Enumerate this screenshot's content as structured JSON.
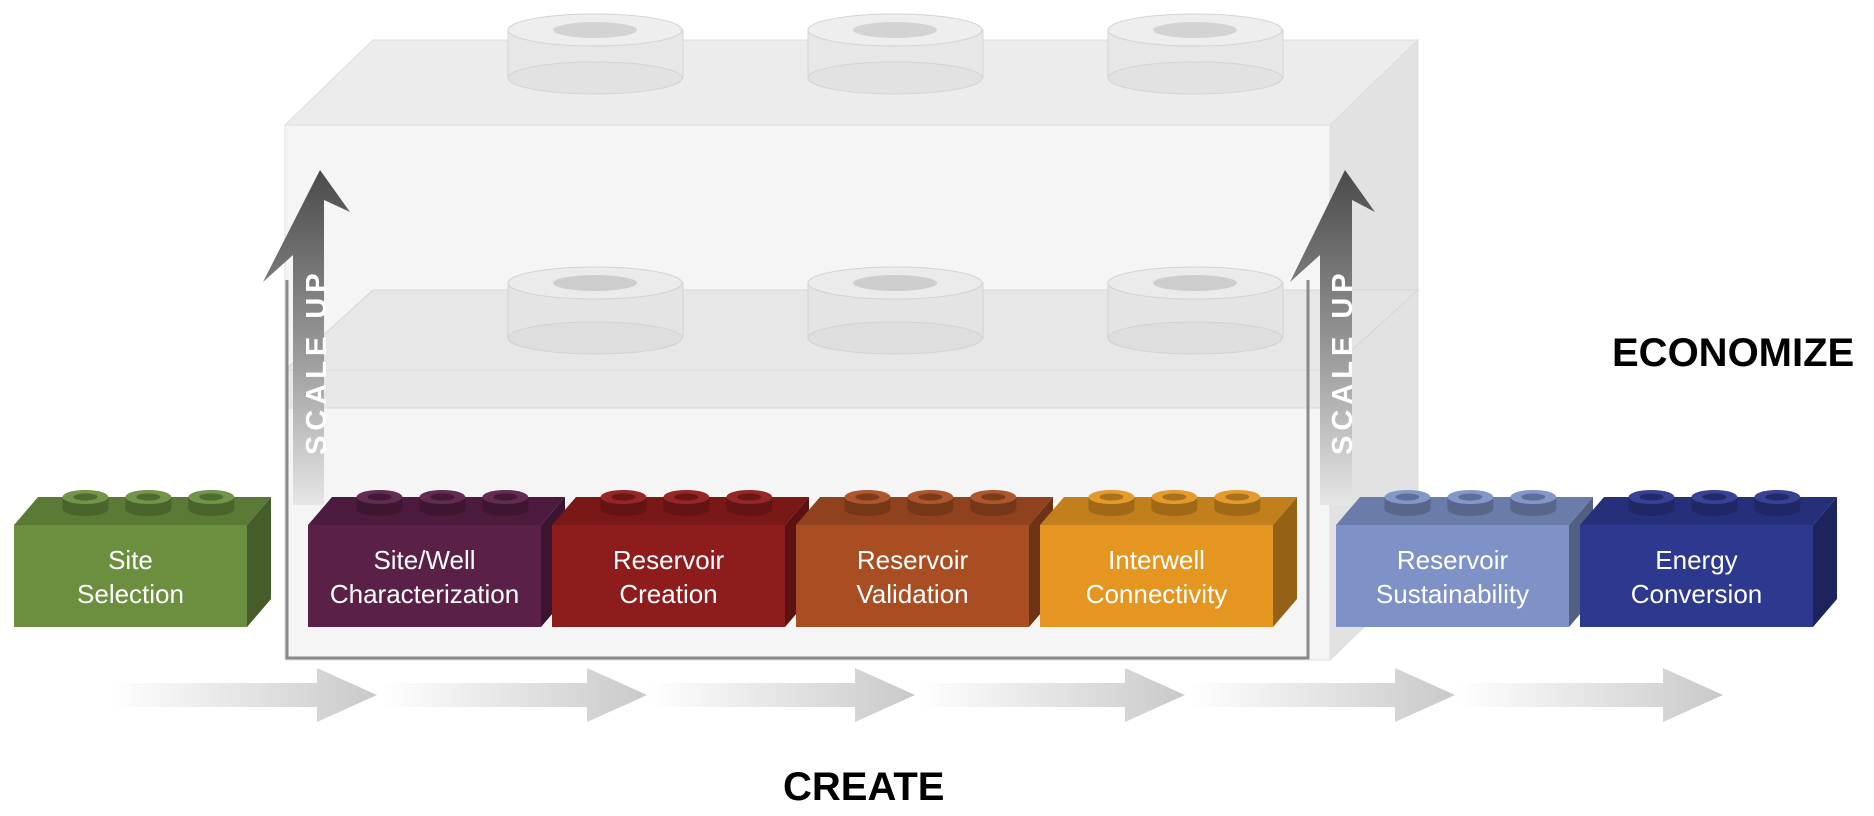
{
  "diagram": {
    "stage_labels": {
      "create": "CREATE",
      "economize": "ECONOMIZE"
    },
    "scale_up_label": "SCALE UP",
    "bricks": [
      {
        "line1": "Site",
        "line2": "Selection",
        "color": "#6b8f3f"
      },
      {
        "line1": "Site/Well",
        "line2": "Characterization",
        "color": "#5a2048"
      },
      {
        "line1": "Reservoir",
        "line2": "Creation",
        "color": "#8f1c1c"
      },
      {
        "line1": "Reservoir",
        "line2": "Validation",
        "color": "#a84e22"
      },
      {
        "line1": "Interwell",
        "line2": "Connectivity",
        "color": "#e49621"
      },
      {
        "line1": "Reservoir",
        "line2": "Sustainability",
        "color": "#7e92c8"
      },
      {
        "line1": "Energy",
        "line2": "Conversion",
        "color": "#2d388f"
      }
    ]
  }
}
